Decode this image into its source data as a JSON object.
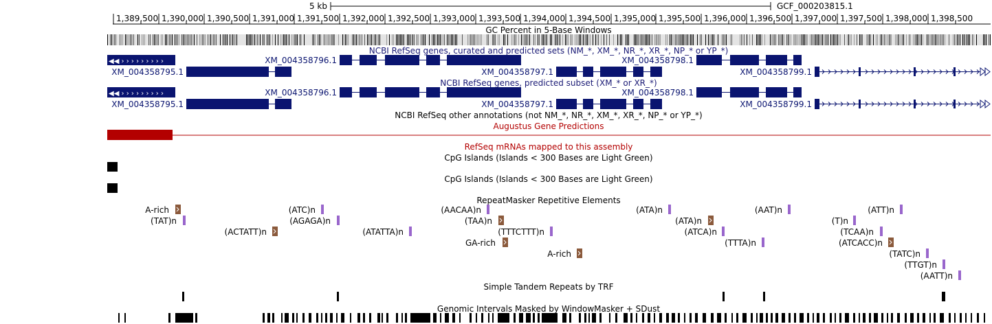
{
  "header": {
    "scale_label": "5 kb",
    "assembly": "GCF_000203815.1"
  },
  "ruler": {
    "ticks": [
      "1,389,500",
      "1,390,000",
      "1,390,500",
      "1,391,000",
      "1,391,500",
      "1,392,000",
      "1,392,500",
      "1,393,000",
      "1,393,500",
      "1,394,000",
      "1,394,500",
      "1,395,000",
      "1,395,500",
      "1,396,000",
      "1,396,500",
      "1,397,000",
      "1,397,500",
      "1,398,000",
      "1,398,500"
    ]
  },
  "tracks": {
    "gc_percent": {
      "title": "GC Percent in 5-Base Windows"
    },
    "refseq_all": {
      "title": "NCBI RefSeq genes, curated and predicted sets (NM_*, XM_*, NR_*, XR_*, NP_* or YP_*)",
      "color": "#0a1470"
    },
    "refseq_predicted": {
      "title": "NCBI RefSeq genes, predicted subset (XM_* or XR_*)",
      "color": "#0a1470"
    },
    "refseq_other": {
      "title": "NCBI RefSeq other annotations (not NM_*, NR_*, XM_*, XR_*, NP_* or YP_*)"
    },
    "augustus": {
      "title": "Augustus Gene Predictions",
      "color": "#b30000"
    },
    "refseq_mrna": {
      "title": "RefSeq mRNAs mapped to this assembly",
      "color": "#b30000"
    },
    "cpg_1": {
      "title": "CpG Islands (Islands < 300 Bases are Light Green)"
    },
    "cpg_2": {
      "title": "CpG Islands (Islands < 300 Bases are Light Green)"
    },
    "repeatmasker": {
      "title": "RepeatMasker Repetitive Elements",
      "simple_color": "#9966cc",
      "other_color": "#8b5a3c"
    },
    "trf": {
      "title": "Simple Tandem Repeats by TRF"
    },
    "windowmasker": {
      "title": "Genomic Intervals Masked by WindowMasker + SDust"
    }
  },
  "genes": {
    "g795": "XM_004358795.1",
    "g796": "XM_004358796.1",
    "g797": "XM_004358797.1",
    "g798": "XM_004358798.1",
    "g799": "XM_004358799.1"
  },
  "repeats": {
    "r1": "A-rich",
    "r2": "(ATC)n",
    "r3": "(AACAA)n",
    "r4": "(ATA)n",
    "r5": "(AAT)n",
    "r6": "(ATT)n",
    "r7": "(TAT)n",
    "r8": "(AGAGA)n",
    "r9": "(TAA)n",
    "r10": "(ATA)n",
    "r11": "(T)n",
    "r12": "(ACTATT)n",
    "r13": "(ATATTA)n",
    "r14": "(TTTCTTT)n",
    "r15": "(ATCA)n",
    "r16": "(TCAA)n",
    "r17": "GA-rich",
    "r18": "(TTTA)n",
    "r19": "(ATCACC)n",
    "r20": "A-rich",
    "r21": "(TATC)n",
    "r22": "(TTGT)n",
    "r23": "(AATT)n"
  }
}
